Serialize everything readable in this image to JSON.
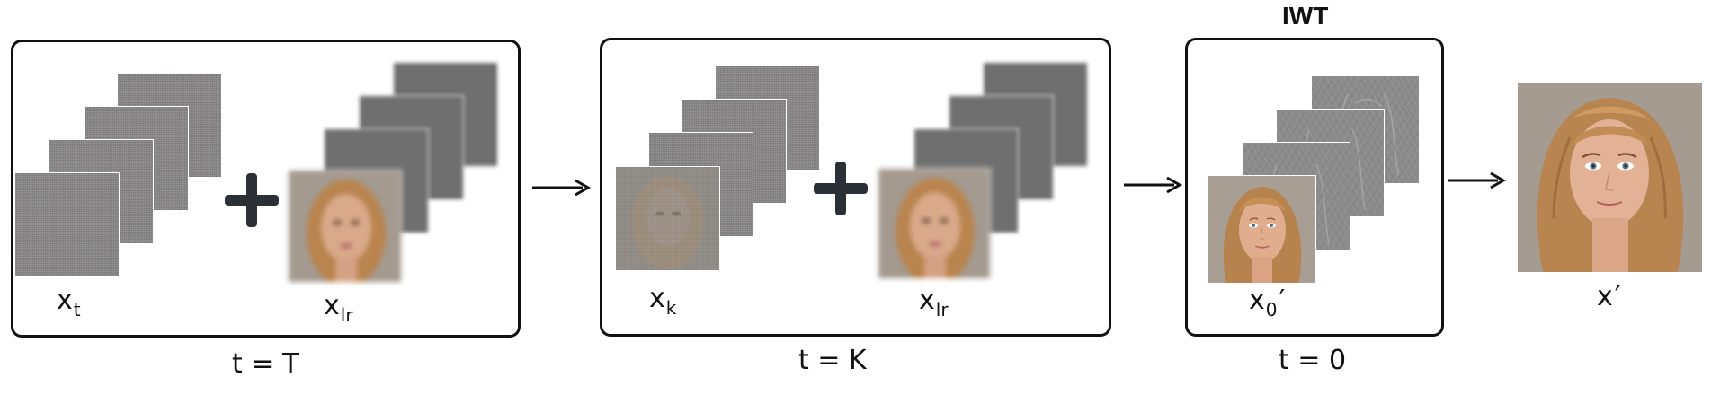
{
  "title": "IWT",
  "stages": [
    {
      "step": "t = T",
      "left": {
        "symbol": "x",
        "sub": "t"
      },
      "right": {
        "symbol": "x",
        "sub": "lr"
      }
    },
    {
      "step": "t = K",
      "left": {
        "symbol": "x",
        "sub": "k"
      },
      "right": {
        "symbol": "x",
        "sub": "lr"
      }
    },
    {
      "step": "t = 0",
      "left": {
        "symbol": "x",
        "sub": "0",
        "prime": "′"
      }
    }
  ],
  "output": {
    "symbol": "x",
    "prime": "′"
  },
  "operator": "+",
  "icons": [
    "plus-icon",
    "arrow-right-icon",
    "face-image",
    "noise-image"
  ]
}
